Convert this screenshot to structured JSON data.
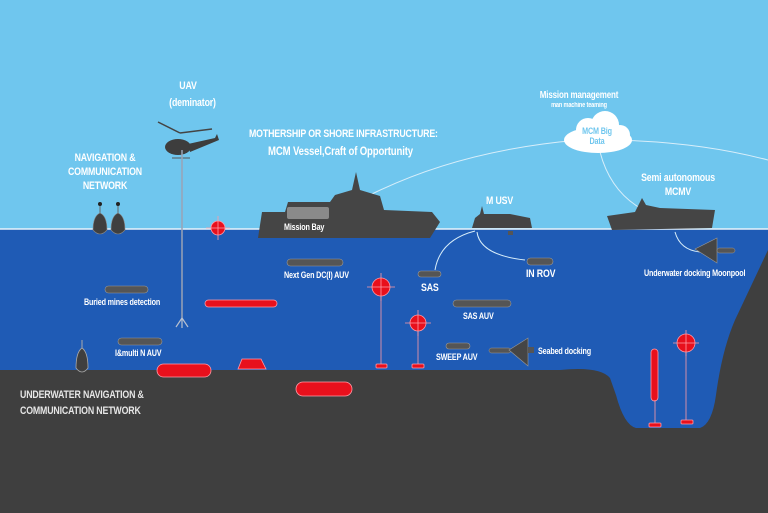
{
  "colors": {
    "sky": "#6fc6ee",
    "sea": "#1f5bb5",
    "seabed": "#3f3f3f",
    "vessel": "#454545",
    "mine": "#e8101c",
    "mine_outline": "#ff9aa6",
    "label": "#ffffff"
  },
  "labels": {
    "uav_title": "UAV",
    "uav_sub": "(deminator)",
    "nav_network_1": "NAVIGATION &",
    "nav_network_2": "COMMUNICATION",
    "nav_network_3": "NETWORK",
    "mothership_1": "MOTHERSHIP OR SHORE INFRASTRUCTURE:",
    "mothership_2": "MCM Vessel,Craft of Opportunity",
    "mission_bay": "Mission Bay",
    "mission_mgmt": "Mission management",
    "mission_mgmt_sub": "man machine teaming",
    "cloud_1": "MCM Big",
    "cloud_2": "Data",
    "semi_auto_1": "Semi autonomous",
    "semi_auto_2": "MCMV",
    "musv": "M USV",
    "next_gen": "Next Gen DC(I) AUV",
    "sas": "SAS",
    "in_rov": "IN ROV",
    "sas_auv": "SAS AUV",
    "sweep_auv": "SWEEP AUV",
    "seabed_docking": "Seabed docking",
    "moonpool": "Underwater docking Moonpool",
    "buried": "Buried mines detection",
    "multi_auv": "I&multi N AUV",
    "uw_nav_1": "UNDERWATER NAVIGATION &",
    "uw_nav_2": "COMMUNICATION NETWORK"
  }
}
